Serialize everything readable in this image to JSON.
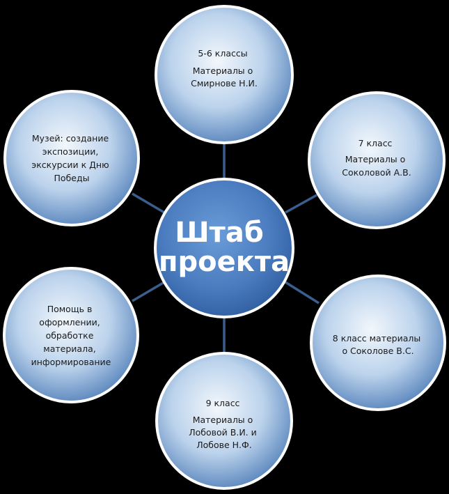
{
  "colors": {
    "background": "#000000",
    "connector": "#3a5f8f",
    "node_ring": "#ffffff",
    "center_fill_light": "#5b8fd0",
    "center_fill_dark": "#2e5c9e",
    "outer_fill_light": "#f2f7fc",
    "outer_fill_dark": "#5a86bd"
  },
  "center": {
    "lines": [
      "Штаб",
      "проекта"
    ]
  },
  "nodes": [
    {
      "id": "top",
      "lines": [
        "5-6 классы",
        "Материалы о",
        "Смирнове Н.И."
      ]
    },
    {
      "id": "upper-right",
      "lines": [
        "7 класс",
        "Материалы о",
        "Соколовой А.В."
      ]
    },
    {
      "id": "lower-right",
      "lines": [
        "8 класс материалы",
        "о Соколове В.С."
      ]
    },
    {
      "id": "bottom",
      "lines": [
        "9 класс",
        "Материалы о",
        "Лобовой В.И. и",
        "Лобове Н.Ф."
      ]
    },
    {
      "id": "lower-left",
      "lines": [
        "Помощь в",
        "оформлении,",
        "обработке",
        "материала,",
        "информирование"
      ]
    },
    {
      "id": "upper-left",
      "lines": [
        "Музей: создание",
        "экспозиции,",
        "экскурсии к Дню",
        "Победы"
      ]
    }
  ]
}
